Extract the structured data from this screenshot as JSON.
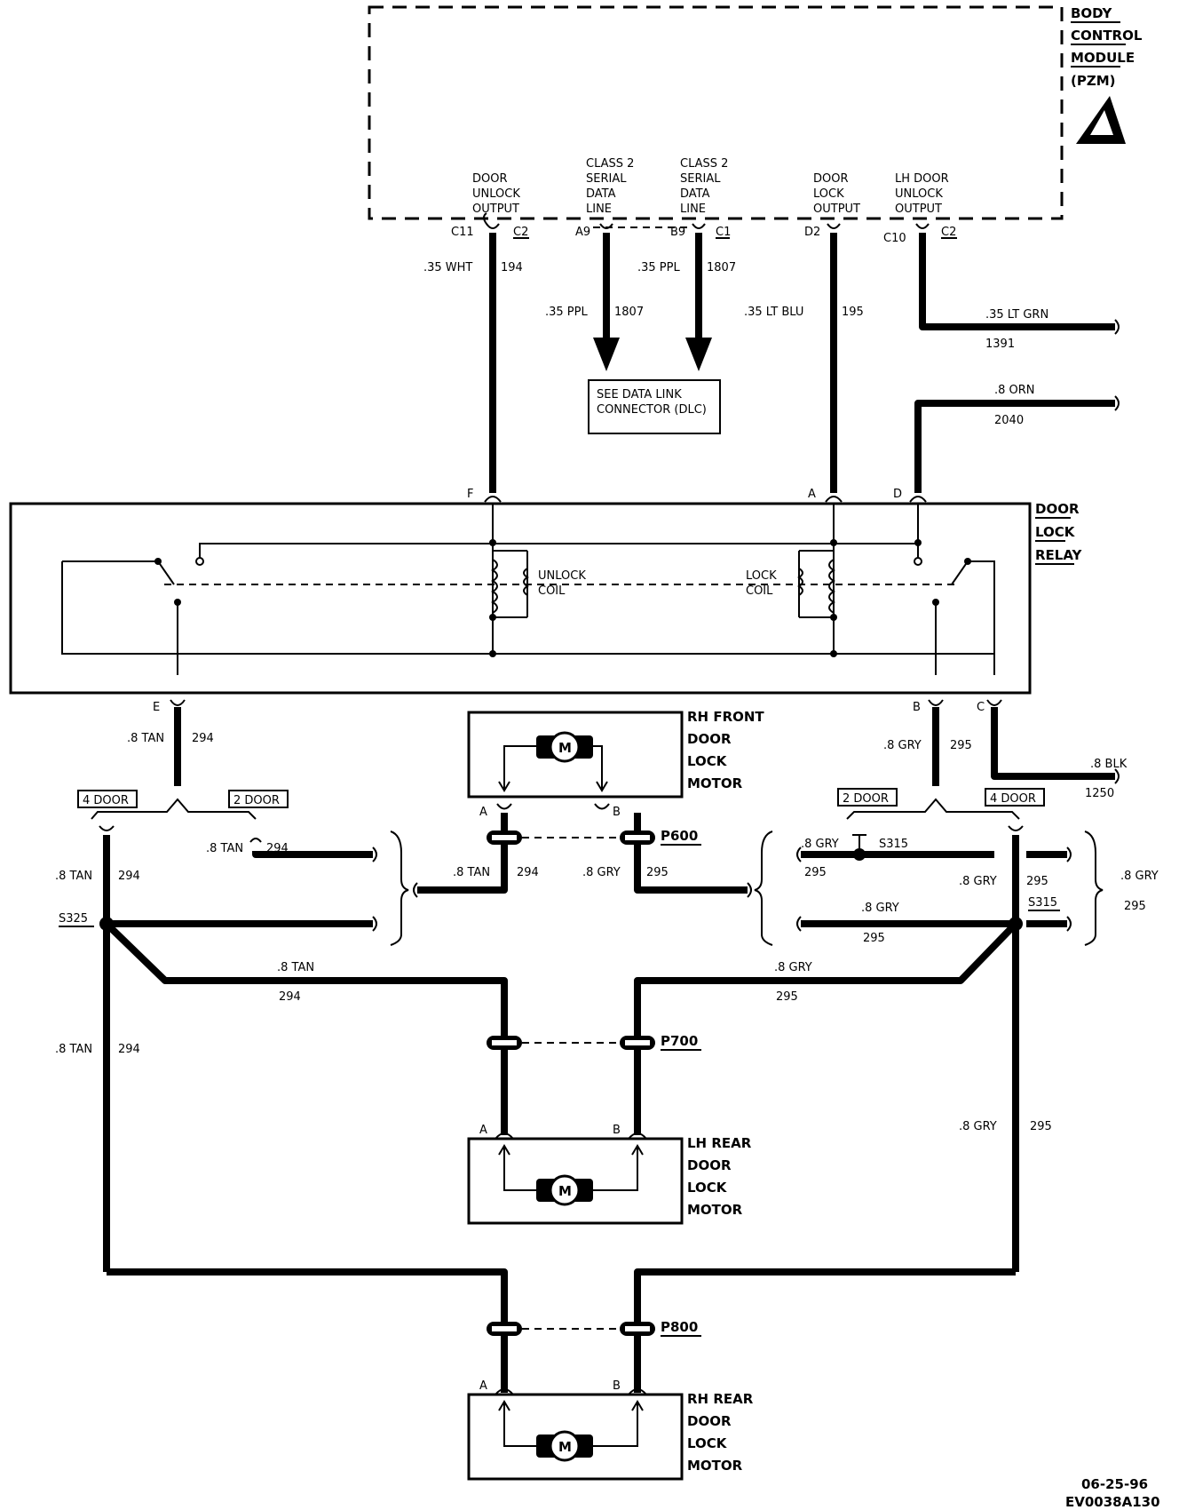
{
  "bcm": {
    "l1": "BODY",
    "l2": "CONTROL",
    "l3": "MODULE",
    "l4": "(PZM)"
  },
  "outputs": {
    "unlock": [
      "DOOR",
      "UNLOCK",
      "OUTPUT"
    ],
    "class2a": [
      "CLASS 2",
      "SERIAL",
      "DATA",
      "LINE"
    ],
    "class2b": [
      "CLASS 2",
      "SERIAL",
      "DATA",
      "LINE"
    ],
    "lock": [
      "DOOR",
      "LOCK",
      "OUTPUT"
    ],
    "lhunlock": [
      "LH DOOR",
      "UNLOCK",
      "OUTPUT"
    ]
  },
  "pins": {
    "c11": "C11",
    "c2a": "C2",
    "a9": "A9",
    "b9": "B9",
    "c1": "C1",
    "d2": "D2",
    "c10": "C10",
    "c2b": "C2",
    "F": "F",
    "A": "A",
    "D": "D",
    "E": "E",
    "B": "B",
    "C": "C"
  },
  "wires": {
    "w194": ".35 WHT",
    "n194": "194",
    "w1807a": ".35 PPL",
    "n1807a": "1807",
    "w1807b": ".35 PPL",
    "n1807b": "1807",
    "w195": ".35 LT BLU",
    "n195": "195",
    "w1391": ".35 LT GRN",
    "n1391": "1391",
    "w2040": ".8 ORN",
    "n2040": "2040",
    "w1250": ".8 BLK",
    "n1250": "1250",
    "tan": ".8 TAN",
    "n294": "294",
    "gry": ".8 GRY",
    "n295": "295"
  },
  "dlc": {
    "l1": "SEE DATA LINK",
    "l2": "CONNECTOR (DLC)"
  },
  "relay": {
    "l1": "DOOR",
    "l2": "LOCK",
    "l3": "RELAY",
    "unlock1": "UNLOCK",
    "unlock2": "COIL",
    "lock1": "LOCK",
    "lock2": "COIL"
  },
  "rhfront": [
    "RH FRONT",
    "DOOR",
    "LOCK",
    "MOTOR"
  ],
  "lhrear": [
    "LH REAR",
    "DOOR",
    "LOCK",
    "MOTOR"
  ],
  "rhrear": [
    "RH REAR",
    "DOOR",
    "LOCK",
    "MOTOR"
  ],
  "motor_symbol": "M",
  "options": {
    "four": "4 DOOR",
    "two": "2 DOOR"
  },
  "splices": {
    "s325": "S325",
    "s315": "S315"
  },
  "connectors": {
    "p600": "P600",
    "p700": "P700",
    "p800": "P800"
  },
  "footer": {
    "date": "06-25-96",
    "code": "EV0038A130"
  }
}
